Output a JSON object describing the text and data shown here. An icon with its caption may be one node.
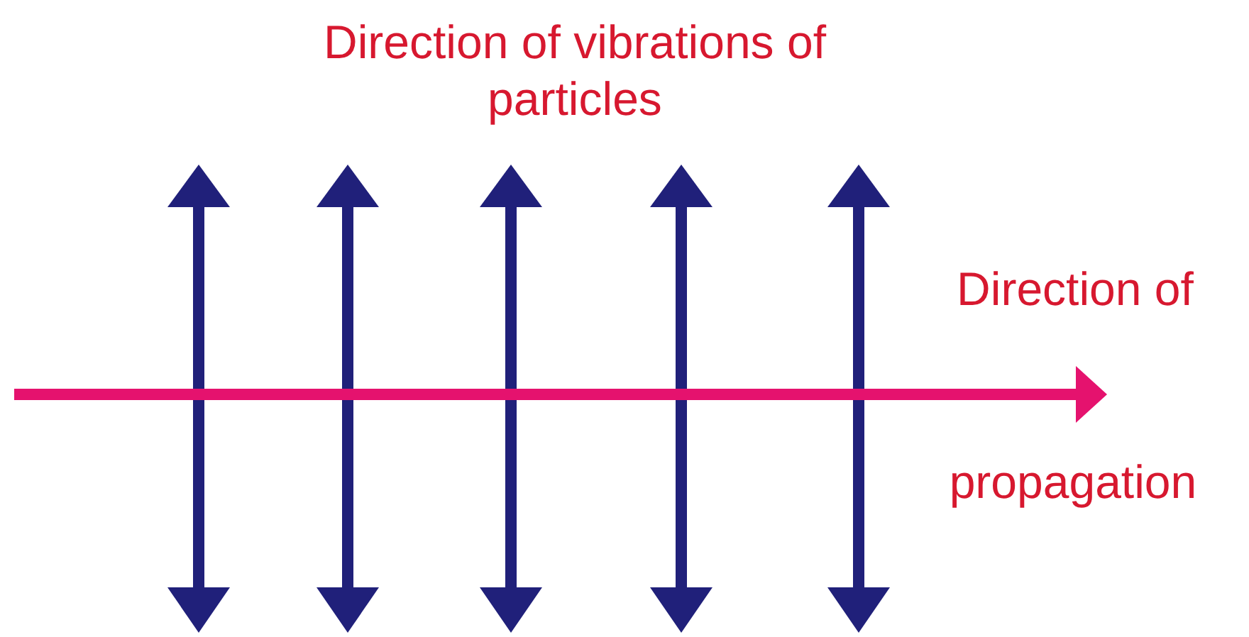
{
  "diagram": {
    "labels": [
      "Direction of vibrations of particles",
      "Direction of",
      "propagation"
    ]
  }
}
